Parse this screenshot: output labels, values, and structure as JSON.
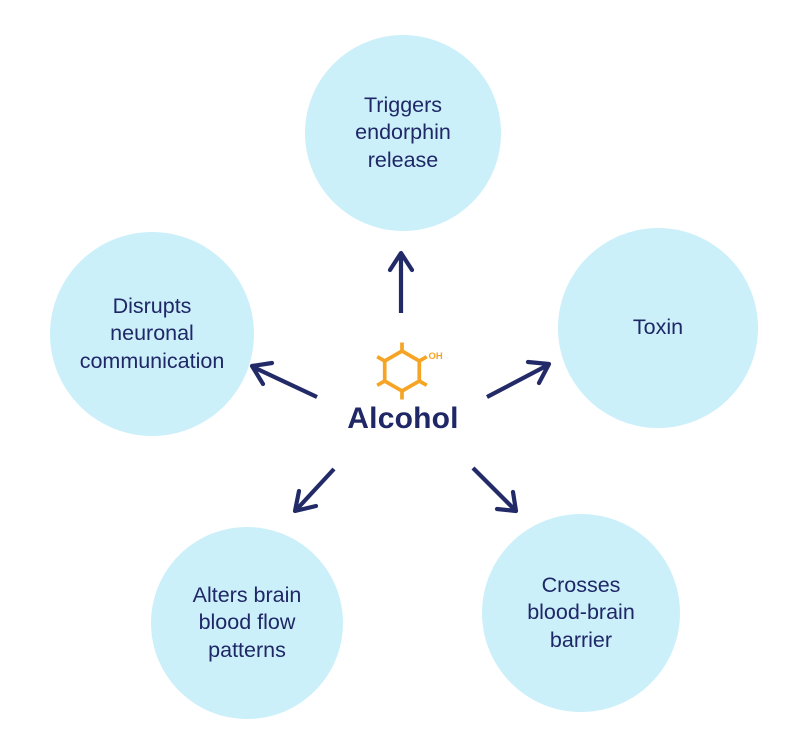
{
  "diagram": {
    "center": {
      "label": "Alcohol",
      "icon": "molecule-hexagon-icon",
      "molecule_label": "OH"
    },
    "nodes": [
      {
        "position": "top",
        "label": "Triggers endorphin release"
      },
      {
        "position": "left",
        "label": "Disrupts neuronal communication"
      },
      {
        "position": "right",
        "label": "Toxin"
      },
      {
        "position": "bottom-left",
        "label": "Alters brain blood flow patterns"
      },
      {
        "position": "bottom-right",
        "label": "Crosses blood-brain barrier"
      }
    ],
    "colors": {
      "circle_fill": "#CBF0FA",
      "text_navy": "#1F2766",
      "arrow_navy": "#222A68",
      "molecule_orange": "#F5A425",
      "background": "#FFFFFF"
    }
  }
}
